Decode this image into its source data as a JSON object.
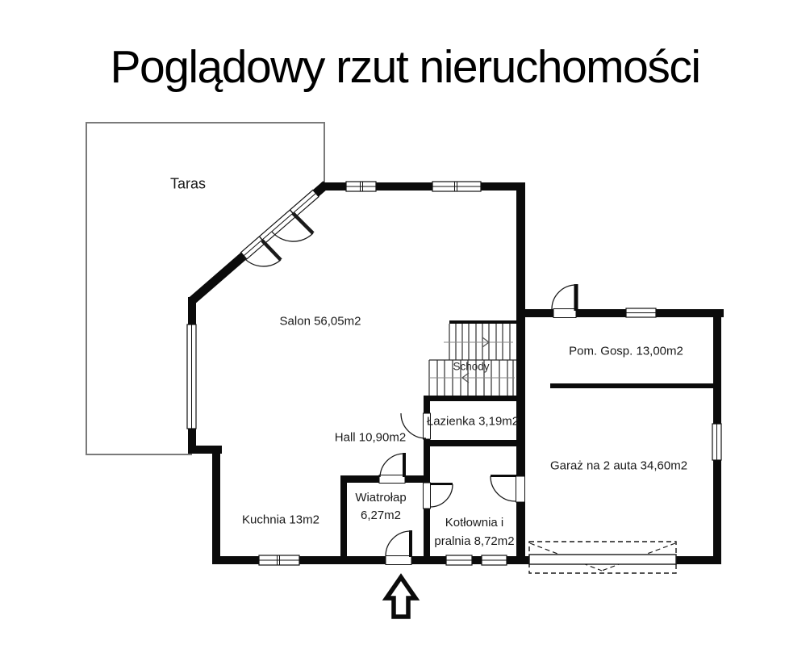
{
  "title": "Poglądowy rzut nieruchomości",
  "rooms": {
    "taras": {
      "label": "Taras"
    },
    "salon": {
      "label": "Salon 56,05m2"
    },
    "schody": {
      "label": "Schody"
    },
    "pom_gosp": {
      "label": "Pom. Gosp. 13,00m2"
    },
    "lazienka": {
      "label": "Łazienka 3,19m2"
    },
    "hall": {
      "label": "Hall 10,90m2"
    },
    "garaz": {
      "label": "Garaż na 2 auta 34,60m2"
    },
    "wiatrolap": {
      "label": "Wiatrołap",
      "label2": "6,27m2"
    },
    "kuchnia": {
      "label": "Kuchnia 13m2"
    },
    "kotlownia": {
      "label": "Kotłownia i",
      "label2": "pralnia 8,72m2"
    }
  },
  "entrance_marker": "arrow-up",
  "colors": {
    "wall": "#0b0b0b",
    "terrace_outline": "#7a7a7a",
    "text": "#1a1a1a",
    "background": "#ffffff"
  }
}
